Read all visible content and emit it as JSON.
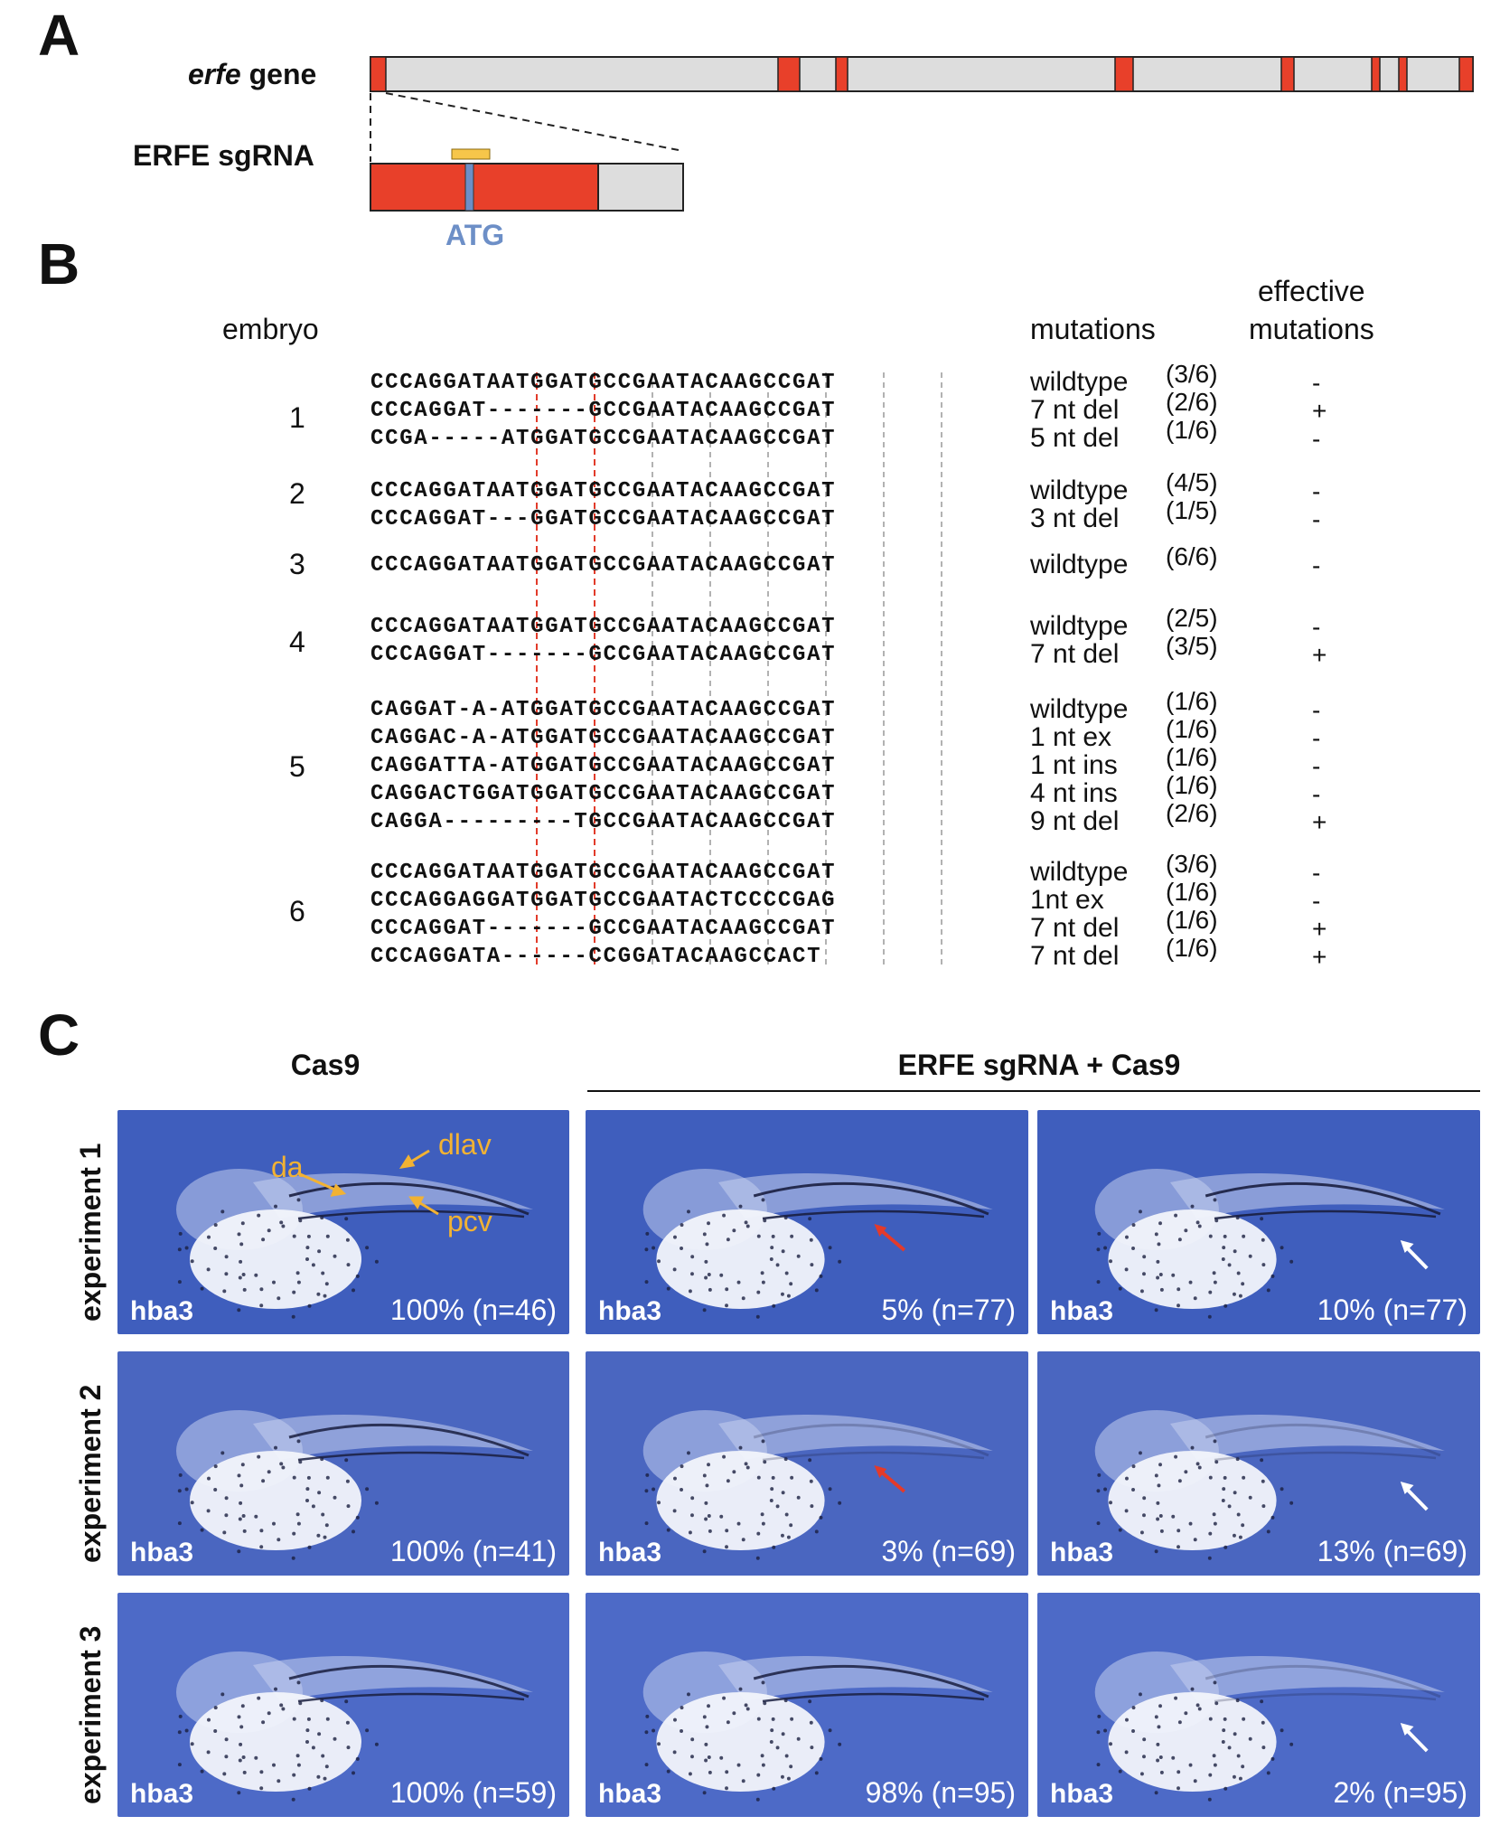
{
  "panelA": {
    "letter": "A",
    "gene_label_italic": "erfe",
    "gene_label_rest": " gene",
    "sgrna_label": "ERFE sgRNA",
    "atg_label": "ATG",
    "colors": {
      "exon": "#e8402a",
      "intron": "#dddddd",
      "sgrna": "#f6c64a",
      "atg": "#6d8fc7"
    }
  },
  "panelB": {
    "letter": "B",
    "col_embryo": "embryo",
    "col_mutations": "mutations",
    "col_effective_line1": "effective",
    "col_effective_line2": "mutations",
    "embryos": [
      {
        "id": "1",
        "rows": [
          {
            "seq": "CCCAGGATAATGGATGCCGAATACAAGCCGAT",
            "mutation": "wildtype",
            "fraction": "(3/6)",
            "effective": "-"
          },
          {
            "seq": "CCCAGGAT-------GCCGAATACAAGCCGAT",
            "mutation": "7 nt del",
            "fraction": "(2/6)",
            "effective": "+"
          },
          {
            "seq": "CCGA-----ATGGATGCCGAATACAAGCCGAT",
            "mutation": "5 nt del",
            "fraction": "(1/6)",
            "effective": "-"
          }
        ]
      },
      {
        "id": "2",
        "rows": [
          {
            "seq": "CCCAGGATAATGGATGCCGAATACAAGCCGAT",
            "mutation": "wildtype",
            "fraction": "(4/5)",
            "effective": "-"
          },
          {
            "seq": "CCCAGGAT---GGATGCCGAATACAAGCCGAT",
            "mutation": "3 nt del",
            "fraction": "(1/5)",
            "effective": "-"
          }
        ]
      },
      {
        "id": "3",
        "rows": [
          {
            "seq": "CCCAGGATAATGGATGCCGAATACAAGCCGAT",
            "mutation": "wildtype",
            "fraction": "(6/6)",
            "effective": "-"
          }
        ]
      },
      {
        "id": "4",
        "rows": [
          {
            "seq": "CCCAGGATAATGGATGCCGAATACAAGCCGAT",
            "mutation": "wildtype",
            "fraction": "(2/5)",
            "effective": "-"
          },
          {
            "seq": "CCCAGGAT-------GCCGAATACAAGCCGAT",
            "mutation": "7 nt del",
            "fraction": "(3/5)",
            "effective": "+"
          }
        ]
      },
      {
        "id": "5",
        "rows": [
          {
            "seq": "CAGGAT-A-ATGGATGCCGAATACAAGCCGAT",
            "mutation": "wildtype",
            "fraction": "(1/6)",
            "effective": "-"
          },
          {
            "seq": "CAGGAC-A-ATGGATGCCGAATACAAGCCGAT",
            "mutation": "1 nt ex",
            "fraction": "(1/6)",
            "effective": "-"
          },
          {
            "seq": "CAGGATTA-ATGGATGCCGAATACAAGCCGAT",
            "mutation": "1 nt ins",
            "fraction": "(1/6)",
            "effective": "-"
          },
          {
            "seq": "CAGGACTGGATGGATGCCGAATACAAGCCGAT",
            "mutation": "4 nt ins",
            "fraction": "(1/6)",
            "effective": "-"
          },
          {
            "seq": "CAGGA---------TGCCGAATACAAGCCGAT",
            "mutation": "9 nt del",
            "fraction": "(2/6)",
            "effective": "+"
          }
        ]
      },
      {
        "id": "6",
        "rows": [
          {
            "seq": "CCCAGGATAATGGATGCCGAATACAAGCCGAT",
            "mutation": "wildtype",
            "fraction": "(3/6)",
            "effective": "-"
          },
          {
            "seq": "CCCAGGAGGATGGATGCCGAATACTCCCCGAG",
            "mutation": "1nt ex",
            "fraction": "(1/6)",
            "effective": "-"
          },
          {
            "seq": "CCCAGGAT-------GCCGAATACAAGCCGAT",
            "mutation": "7 nt del",
            "fraction": "(1/6)",
            "effective": "+"
          },
          {
            "seq": "CCCAGGATA------CCGGATACAAGCCACT",
            "mutation": "7 nt del",
            "fraction": "(1/6)",
            "effective": "+"
          }
        ]
      }
    ]
  },
  "panelC": {
    "letter": "C",
    "col_cas9": "Cas9",
    "col_erfe": "ERFE sgRNA + Cas9",
    "annotations": {
      "da": "da",
      "dlav": "dlav",
      "pcv": "pcv"
    },
    "rows": [
      {
        "label": "experiment 1",
        "images": [
          {
            "probe": "hba3",
            "pct": "100% (n=46)",
            "arrow": "none"
          },
          {
            "probe": "hba3",
            "pct": "5% (n=77)",
            "arrow": "red"
          },
          {
            "probe": "hba3",
            "pct": "10% (n=77)",
            "arrow": "white"
          }
        ]
      },
      {
        "label": "experiment 2",
        "images": [
          {
            "probe": "hba3",
            "pct": "100% (n=41)",
            "arrow": "none"
          },
          {
            "probe": "hba3",
            "pct": "3% (n=69)",
            "arrow": "red"
          },
          {
            "probe": "hba3",
            "pct": "13% (n=69)",
            "arrow": "white"
          }
        ]
      },
      {
        "label": "experiment 3",
        "images": [
          {
            "probe": "hba3",
            "pct": "100% (n=59)",
            "arrow": "none"
          },
          {
            "probe": "hba3",
            "pct": "98% (n=95)",
            "arrow": "none"
          },
          {
            "probe": "hba3",
            "pct": "2% (n=95)",
            "arrow": "white"
          }
        ]
      }
    ]
  }
}
